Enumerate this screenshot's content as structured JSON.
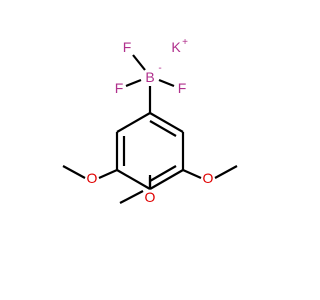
{
  "molecule": {
    "atoms": {
      "fluorine": "F",
      "boron": "B",
      "potassium": "K",
      "oxygen": "O"
    },
    "charges": {
      "boron": "-",
      "potassium": "+"
    }
  },
  "colors": {
    "bond": "#000000",
    "fluorine": "#b0308c",
    "boron": "#b0308c",
    "potassium": "#b0308c",
    "oxygen": "#e00000"
  }
}
